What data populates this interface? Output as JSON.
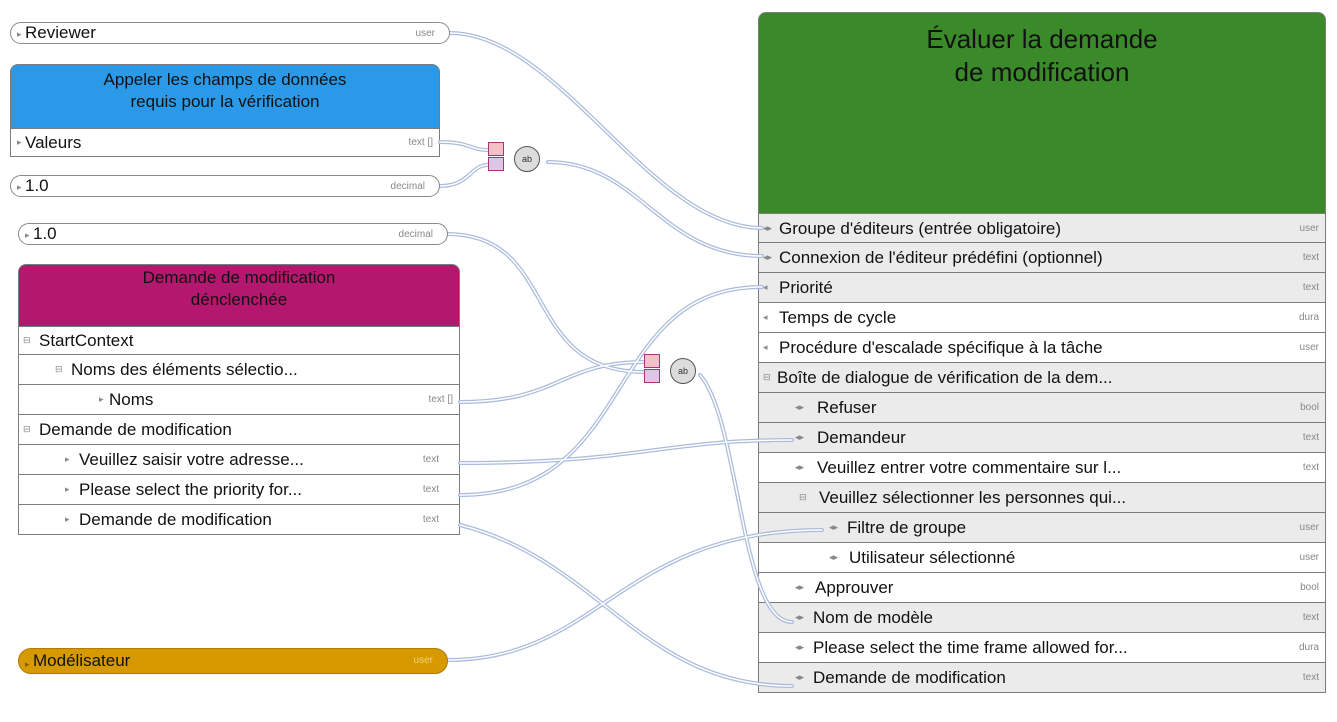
{
  "inputs": {
    "reviewer": {
      "label": "Reviewer",
      "type": "user"
    },
    "valeurs_node": {
      "title": "Appeler les champs de données requis pour la vérification",
      "title_lines": [
        "Appeler les champs de données",
        "requis pour la vérification"
      ],
      "field": {
        "label": "Valeurs",
        "type": "text []"
      }
    },
    "decimal_a": {
      "label": "1.0",
      "type": "decimal"
    },
    "decimal_b": {
      "label": "1.0",
      "type": "decimal"
    },
    "modelisateur": {
      "label": "Modélisateur",
      "type": "user"
    }
  },
  "trigger": {
    "title_lines": [
      "Demande de modification",
      "dénclenchée"
    ],
    "rows": [
      {
        "label": "StartContext",
        "type": ""
      },
      {
        "label": "Noms des éléments sélectio...",
        "type": ""
      },
      {
        "label": "Noms",
        "type": "text []"
      },
      {
        "label": "Demande de modification",
        "type": ""
      },
      {
        "label": "Veuillez saisir votre adresse...",
        "type": "text"
      },
      {
        "label": "Please select the priority for...",
        "type": "text"
      },
      {
        "label": "Demande de modification",
        "type": "text"
      }
    ]
  },
  "task": {
    "title_lines": [
      "Évaluer la demande",
      "de modification"
    ],
    "rows": [
      {
        "label": "Groupe d'éditeurs (entrée obligatoire)",
        "type": "user"
      },
      {
        "label": "Connexion de l'éditeur prédéfini (optionnel)",
        "type": "text"
      },
      {
        "label": "Priorité",
        "type": "text"
      },
      {
        "label": "Temps de cycle",
        "type": "dura"
      },
      {
        "label": "Procédure d'escalade spécifique à la tâche",
        "type": "user"
      },
      {
        "label": "Boîte de dialogue de vérification de la dem...",
        "type": ""
      },
      {
        "label": "Refuser",
        "type": "bool"
      },
      {
        "label": "Demandeur",
        "type": "text"
      },
      {
        "label": "Veuillez entrer votre commentaire sur l...",
        "type": "text"
      },
      {
        "label": "Veuillez sélectionner les personnes qui...",
        "type": ""
      },
      {
        "label": "Filtre de groupe",
        "type": "user"
      },
      {
        "label": "Utilisateur sélectionné",
        "type": "user"
      },
      {
        "label": "Approuver",
        "type": "bool"
      },
      {
        "label": "Nom de modèle",
        "type": "text"
      },
      {
        "label": "Please select the time frame allowed for...",
        "type": "dura"
      },
      {
        "label": "Demande de modification",
        "type": "text"
      }
    ]
  },
  "converters": [
    {
      "symbol": "ab"
    },
    {
      "symbol": "ab"
    }
  ],
  "colors": {
    "task_header": "#3a8a2a",
    "valeurs_header": "#2a9ae8",
    "trigger_header": "#b3186e",
    "modelisateur": "#d69a00",
    "wire": "#aabbdd"
  }
}
